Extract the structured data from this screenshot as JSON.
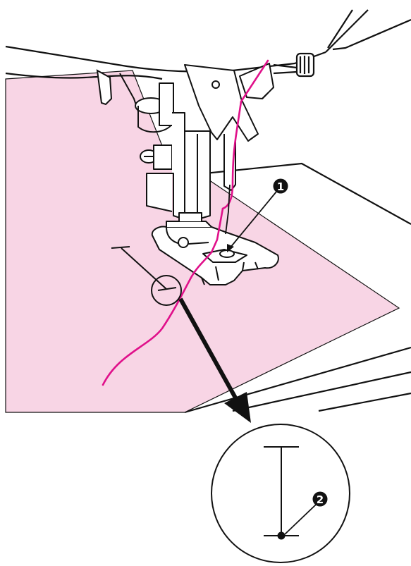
{
  "callouts": [
    {
      "label": "1"
    },
    {
      "label": "2"
    }
  ],
  "colors": {
    "fabric": "#f8d5e5",
    "thread": "#e0108a",
    "line": "#111111",
    "background": "#ffffff"
  },
  "icons": [
    "needle-thread",
    "presser-foot",
    "zoom-arrow",
    "magnifier-circle"
  ]
}
